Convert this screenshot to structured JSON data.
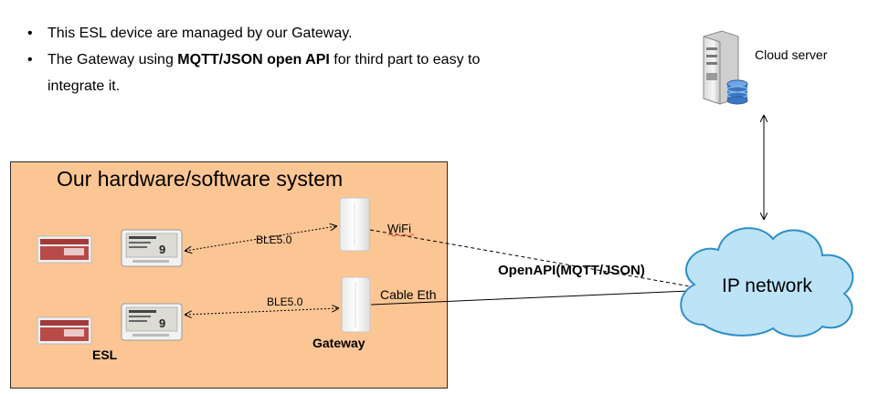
{
  "bullets": [
    {
      "pre": "This ESL device are managed by our Gateway.",
      "bold": "",
      "post": ""
    },
    {
      "pre": "The Gateway using ",
      "bold": "MQTT/JSON open API",
      "post": " for third part to easy to integrate it."
    }
  ],
  "bullet_marker": "•",
  "system_title": "Our hardware/software system",
  "labels": {
    "ble_top": "BLE5.0",
    "ble_bottom": "BLE5.0",
    "wifi": "WiFi",
    "cable": "Cable Eth",
    "gateway": "Gateway",
    "esl": "ESL",
    "openapi": "OpenAPI(MQTT/JSON)",
    "cloud_server": "Cloud server",
    "ip_network": "IP network"
  },
  "esl_price_text": "9",
  "colors": {
    "system_box_fill": "#fbc594",
    "cloud_fill": "#bde3f7",
    "cloud_stroke": "#2e8fc9",
    "esl_red": "#a33a38"
  }
}
